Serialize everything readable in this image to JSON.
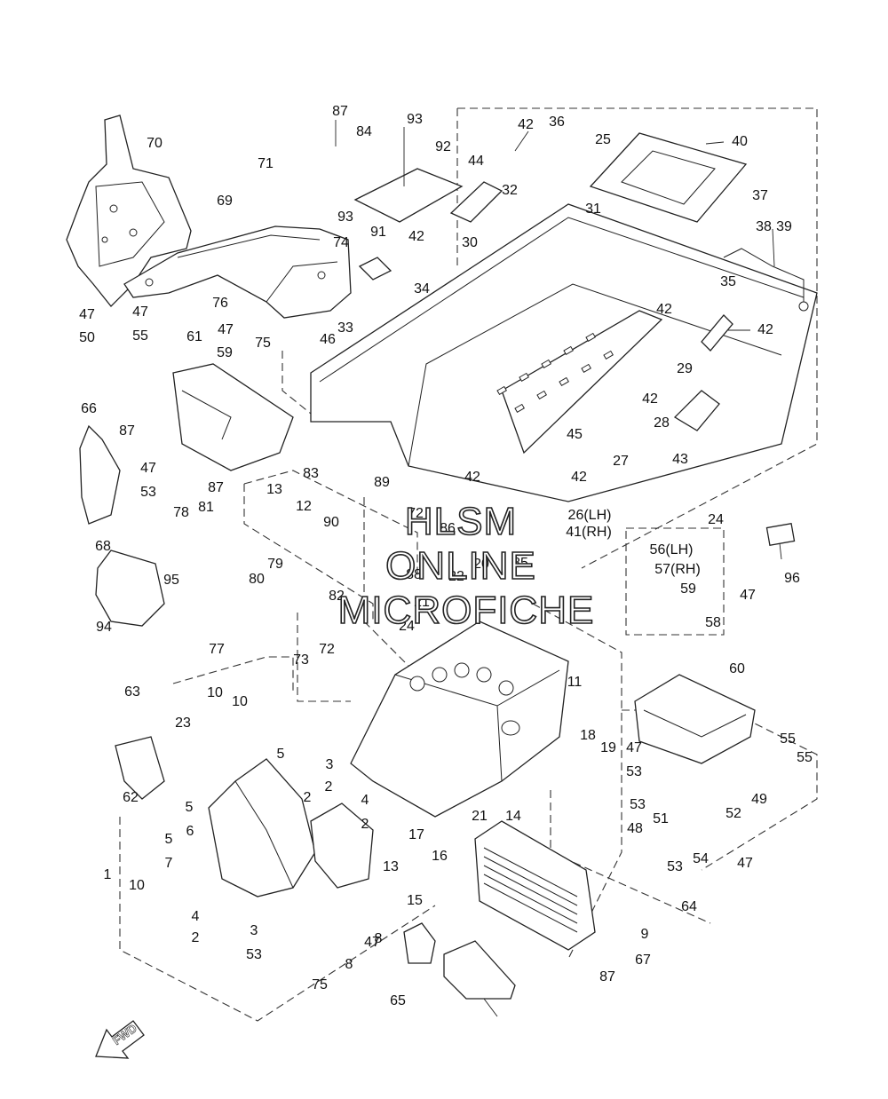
{
  "watermark": {
    "line1": "HLSM",
    "line2": "ONLINE",
    "line3": "MICROFICHE"
  },
  "fwd_label": "FWD",
  "callouts": [
    "87",
    "84",
    "93",
    "92",
    "42",
    "36",
    "25",
    "40",
    "70",
    "71",
    "91",
    "44",
    "32",
    "37",
    "38",
    "39",
    "69",
    "93",
    "42",
    "30",
    "31",
    "74",
    "34",
    "35",
    "47",
    "47",
    "76",
    "47",
    "75",
    "33",
    "46",
    "42",
    "42",
    "50",
    "55",
    "59",
    "61",
    "29",
    "42",
    "28",
    "66",
    "87",
    "45",
    "27",
    "43",
    "47",
    "83",
    "89",
    "42",
    "42",
    "53",
    "87",
    "13",
    "12",
    "90",
    "72",
    "86",
    "26(LH)",
    "41(RH)",
    "24",
    "78",
    "81",
    "96",
    "68",
    "95",
    "79",
    "88",
    "20",
    "85",
    "56(LH)",
    "57(RH)",
    "47",
    "94",
    "80",
    "82",
    "22",
    "21",
    "59",
    "58",
    "77",
    "72",
    "24",
    "60",
    "73",
    "63",
    "10",
    "11",
    "23",
    "10",
    "18",
    "19",
    "47",
    "55",
    "53",
    "5",
    "55",
    "62",
    "2",
    "3",
    "49",
    "5",
    "2",
    "21",
    "14",
    "53",
    "48",
    "52",
    "6",
    "4",
    "17",
    "51",
    "16",
    "54",
    "47",
    "5",
    "7",
    "53",
    "13",
    "15",
    "1",
    "10",
    "64",
    "4",
    "2",
    "3",
    "2",
    "8",
    "9",
    "53",
    "47",
    "8",
    "67",
    "75",
    "65",
    "87"
  ]
}
